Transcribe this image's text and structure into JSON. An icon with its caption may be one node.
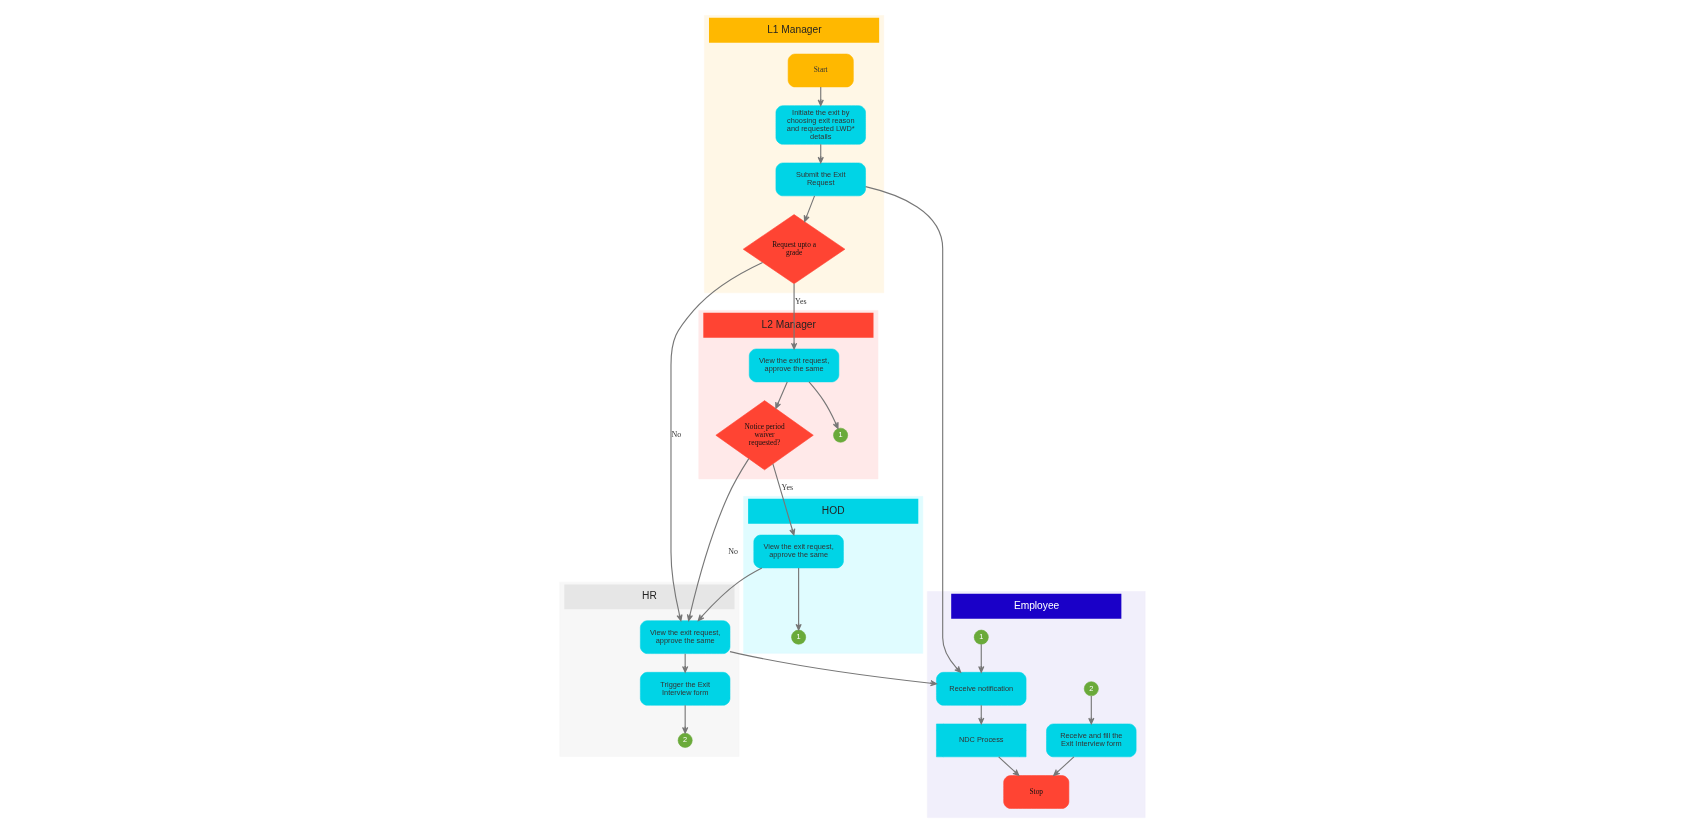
{
  "diagram": {
    "nodes": [
      {
        "text": [
          "Employee"
        ]
      },
      {
        "text": [
          "L1 Manager"
        ]
      },
      {
        "text": [
          "L2 Manager"
        ]
      },
      {
        "text": [
          "HOD"
        ]
      },
      {
        "text": [
          "HR"
        ]
      },
      {
        "text": [
          "Stop"
        ],
        "in": 0
      },
      {
        "text": [
          "NDC Process"
        ],
        "in": 0
      },
      {
        "text": [
          "Receive and fill the Exit Interview form"
        ],
        "in": 0
      },
      {
        "text": [
          "Receive notification"
        ],
        "in": 0
      },
      {
        "text": [
          "2"
        ],
        "in": 0
      },
      {
        "text": [
          "1"
        ],
        "in": 0
      },
      {
        "text": [
          "Start"
        ],
        "in": 1
      },
      {
        "text": [
          "Initiate the exit by choosing exit reason and requested LWD* details"
        ],
        "in": 1
      },
      {
        "text": [
          "Submit the Exit Request"
        ],
        "in": 1
      },
      {
        "text": [
          "Request upto a grade"
        ],
        "in": 1
      },
      {
        "text": [
          "Notice period waiver requested?"
        ],
        "in": 2
      },
      {
        "text": [
          "View the exit request, approve the same"
        ],
        "in": 2
      },
      {
        "text": [
          "1"
        ],
        "in": 2
      },
      {
        "text": [
          "View the exit request, approve the same"
        ],
        "in": 3
      },
      {
        "text": [
          "1"
        ],
        "in": 3
      },
      {
        "text": [
          "View the exit request, approve the same"
        ],
        "in": 4
      },
      {
        "text": [
          "Trigger the Exit Interview form"
        ],
        "in": 4
      },
      {
        "text": [
          "2"
        ],
        "in": 4
      }
    ],
    "edges": [
      {
        "from": 11,
        "to": 12,
        "arrow": "to"
      },
      {
        "from": 12,
        "to": 13,
        "arrow": "to"
      },
      {
        "from": 13,
        "to": 14,
        "arrow": "to"
      },
      {
        "from": 13,
        "to": 8,
        "arrow": "to"
      },
      {
        "from": 20,
        "to": 8,
        "arrow": "to"
      },
      {
        "from": 14,
        "to": 16,
        "label": "Yes",
        "arrow": "to"
      },
      {
        "from": 14,
        "to": 20,
        "label": "No",
        "arrow": "to"
      },
      {
        "from": 16,
        "to": 15,
        "arrow": "to"
      },
      {
        "from": 16,
        "to": 17,
        "arrow": "to"
      },
      {
        "from": 15,
        "to": 18,
        "label": "Yes",
        "arrow": "to"
      },
      {
        "from": 15,
        "to": 20,
        "label": "No",
        "arrow": "to"
      },
      {
        "from": 18,
        "to": 20,
        "arrow": "to"
      },
      {
        "from": 18,
        "to": 19,
        "arrow": "to"
      },
      {
        "from": 20,
        "to": 21,
        "arrow": "to"
      },
      {
        "from": 21,
        "to": 22,
        "arrow": "to"
      },
      {
        "from": 9,
        "to": 7,
        "arrow": "to"
      },
      {
        "from": 7,
        "to": 5,
        "arrow": "to"
      },
      {
        "from": 10,
        "to": 8,
        "arrow": "to"
      },
      {
        "from": 8,
        "to": 6,
        "arrow": "to"
      },
      {
        "from": 6,
        "to": 5,
        "arrow": "to"
      }
    ]
  }
}
